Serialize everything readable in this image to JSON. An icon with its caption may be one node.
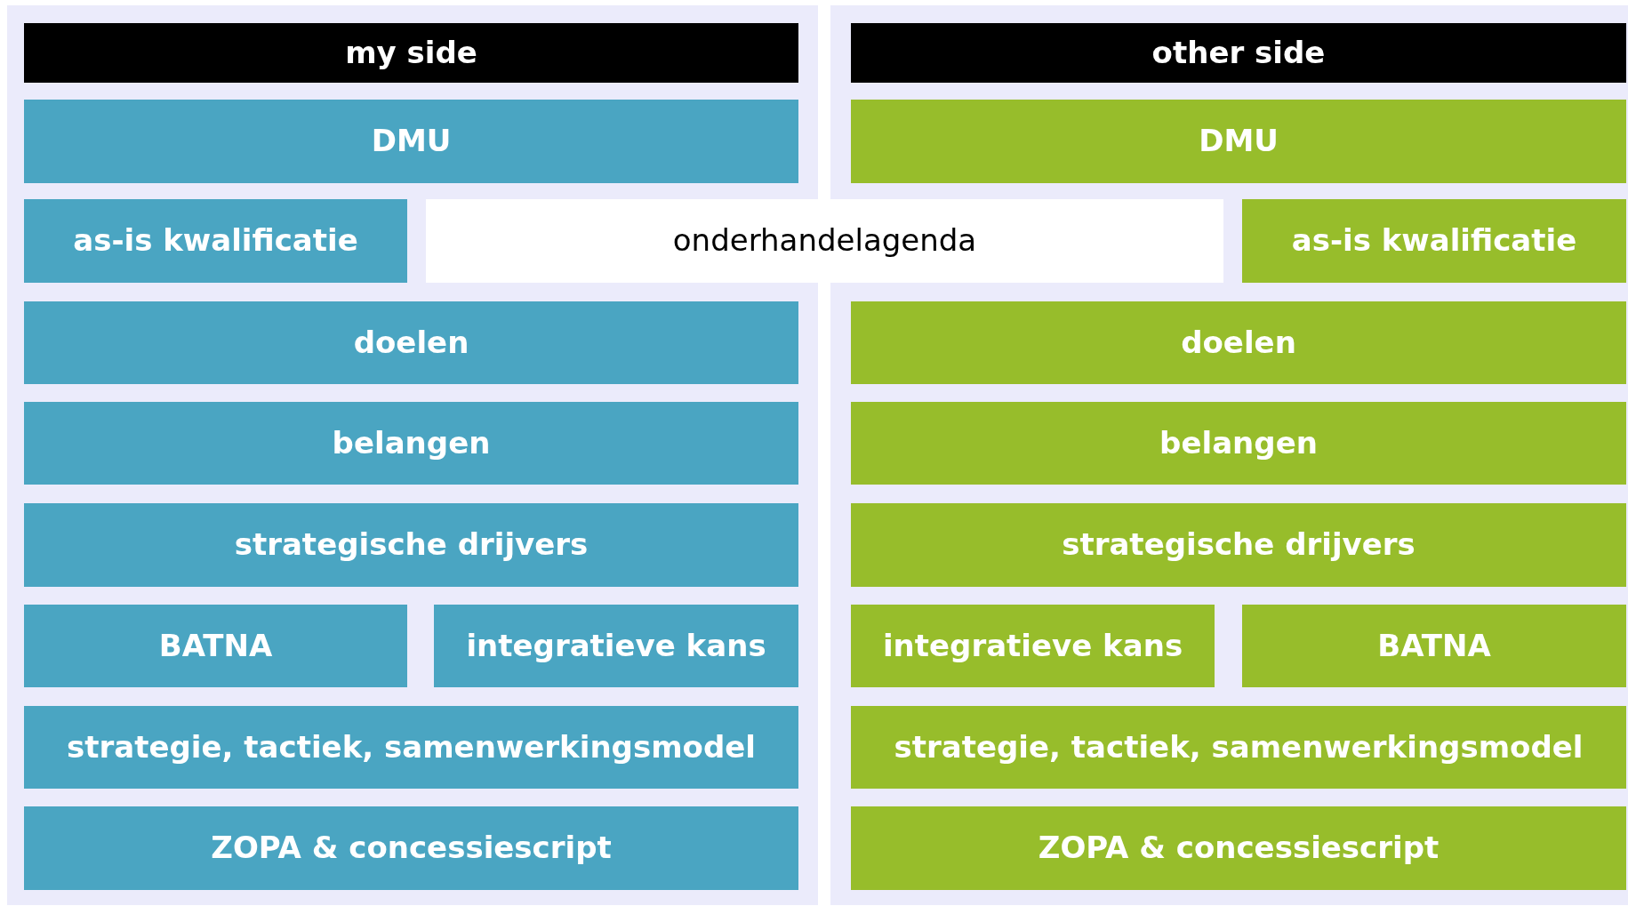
{
  "diagram": {
    "nodes": [
      {
        "text": [
          "my side"
        ]
      },
      {
        "text": [
          "other side"
        ]
      },
      {
        "text": [
          "DMU"
        ]
      },
      {
        "text": [
          "DMU"
        ]
      },
      {
        "text": [
          "as-is kwalificatie"
        ]
      },
      {
        "text": [
          "onderhandelagenda"
        ]
      },
      {
        "text": [
          "as-is kwalificatie"
        ]
      },
      {
        "text": [
          "doelen"
        ]
      },
      {
        "text": [
          "doelen"
        ]
      },
      {
        "text": [
          "belangen"
        ]
      },
      {
        "text": [
          "belangen"
        ]
      },
      {
        "text": [
          "strategische drijvers"
        ]
      },
      {
        "text": [
          "strategische drijvers"
        ]
      },
      {
        "text": [
          "BATNA"
        ]
      },
      {
        "text": [
          "integratieve kans"
        ]
      },
      {
        "text": [
          "integratieve kans"
        ]
      },
      {
        "text": [
          "BATNA"
        ]
      },
      {
        "text": [
          "strategie, tactiek, samenwerkingsmodel"
        ]
      },
      {
        "text": [
          "strategie, tactiek, samenwerkingsmodel"
        ]
      },
      {
        "text": [
          "ZOPA & concessiescript"
        ]
      },
      {
        "text": [
          "ZOPA & concessiescript"
        ]
      }
    ]
  }
}
